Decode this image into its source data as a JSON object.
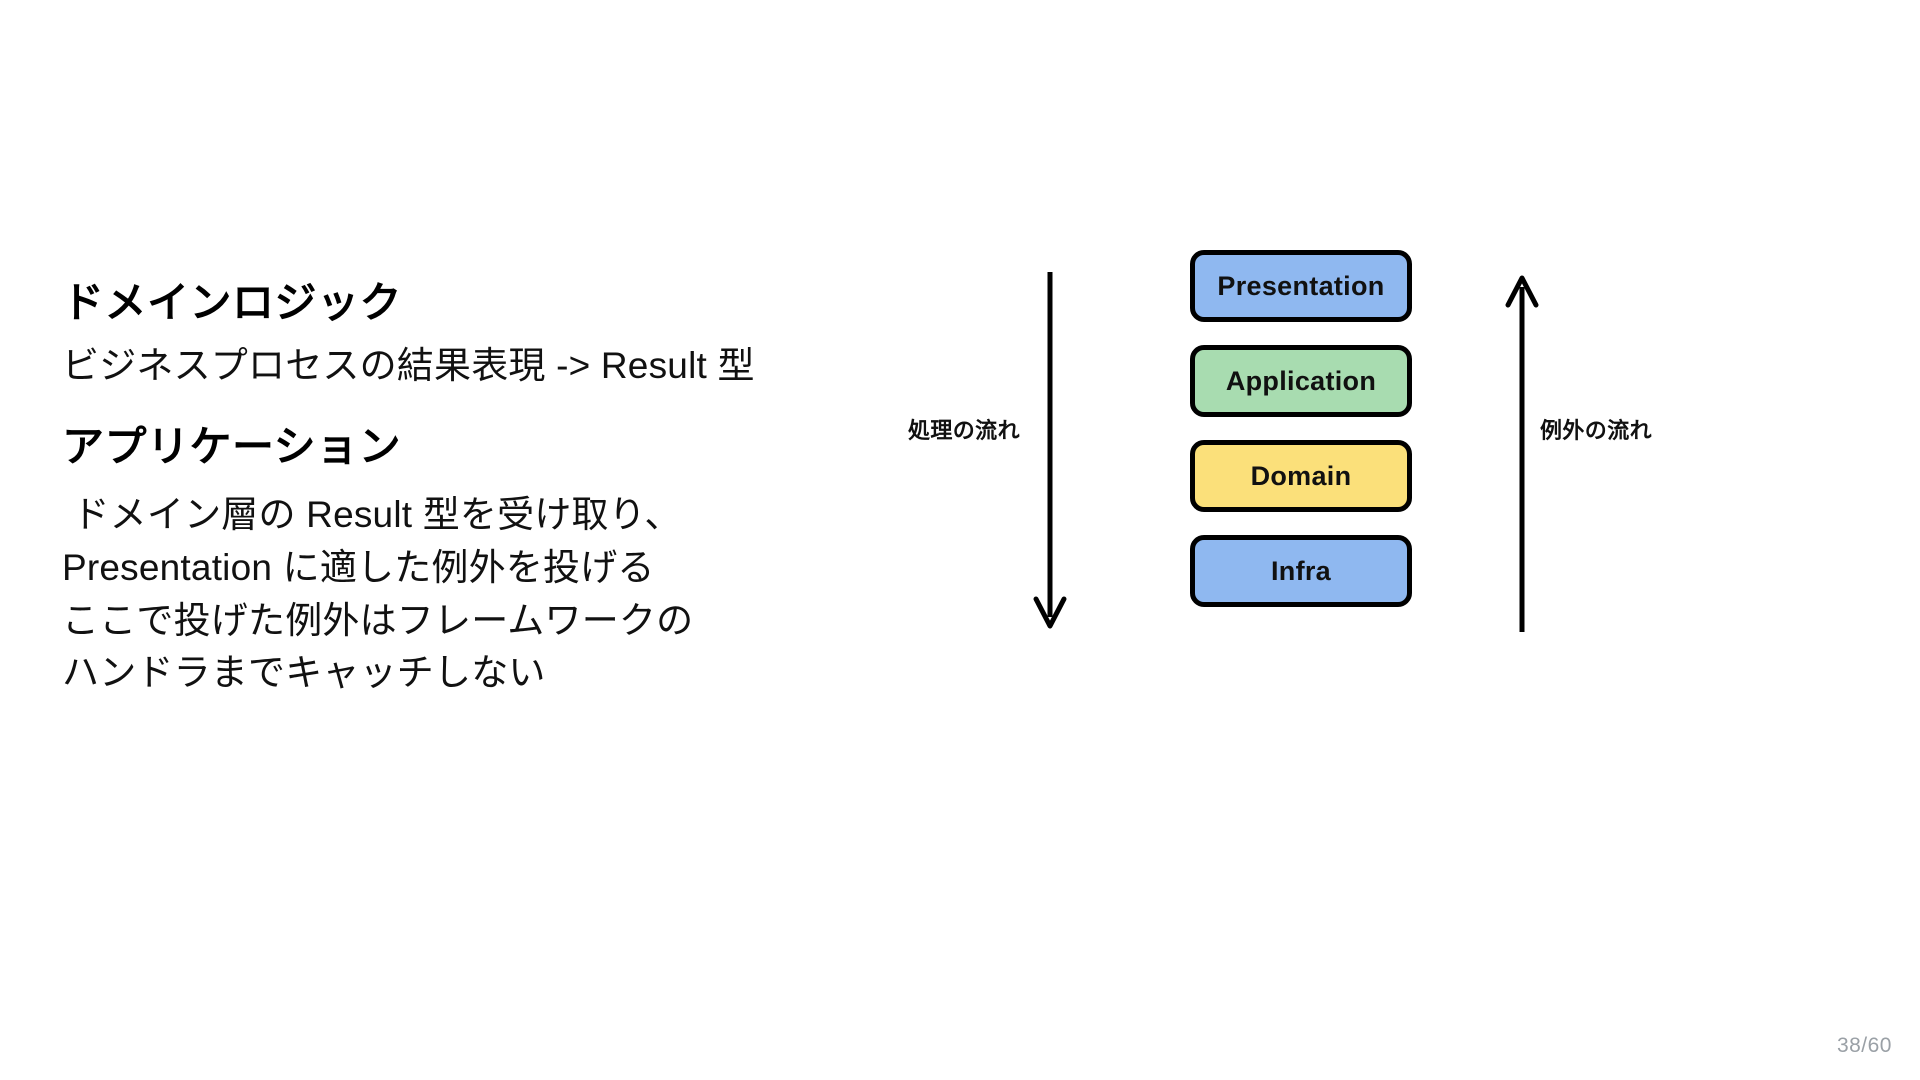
{
  "slide": {
    "page_number": "38/60",
    "background_color": "#ffffff"
  },
  "left_column": {
    "section_1": {
      "heading": "ドメインロジック",
      "description": "ビジネスプロセスの結果表現 -> Result 型"
    },
    "section_2": {
      "heading": "アプリケーション",
      "body_lines": [
        " ドメイン層の Result 型を受け取り、",
        "Presentation に適した例外を投げる",
        "ここで投げた例外はフレームワークの",
        "ハンドラまでキャッチしない"
      ]
    }
  },
  "diagram": {
    "layers": [
      {
        "label": "Presentation",
        "fill": "#8FB8F0",
        "stroke": "#000000"
      },
      {
        "label": "Application",
        "fill": "#A8DCB0",
        "stroke": "#000000"
      },
      {
        "label": "Domain",
        "fill": "#FBE07A",
        "stroke": "#000000"
      },
      {
        "label": "Infra",
        "fill": "#8FB8F0",
        "stroke": "#000000"
      }
    ],
    "arrows": [
      {
        "name": "process-flow",
        "caption": "処理の流れ",
        "direction": "down"
      },
      {
        "name": "exception-flow",
        "caption": "例外の流れ",
        "direction": "up"
      }
    ]
  }
}
